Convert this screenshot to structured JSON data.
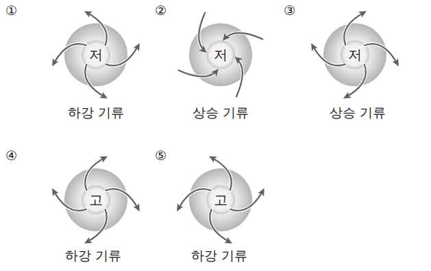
{
  "diagram": {
    "nodes": [
      {
        "text": [
          "저"
        ]
      },
      {
        "text": [
          "저"
        ]
      },
      {
        "text": [
          "저"
        ]
      },
      {
        "text": [
          "고"
        ]
      },
      {
        "text": [
          "고"
        ]
      }
    ],
    "labels": [
      "①",
      "하강 기류",
      "②",
      "상승 기류",
      "③",
      "상승 기류",
      "④",
      "하강 기류",
      "⑤",
      "하강 기류"
    ]
  }
}
